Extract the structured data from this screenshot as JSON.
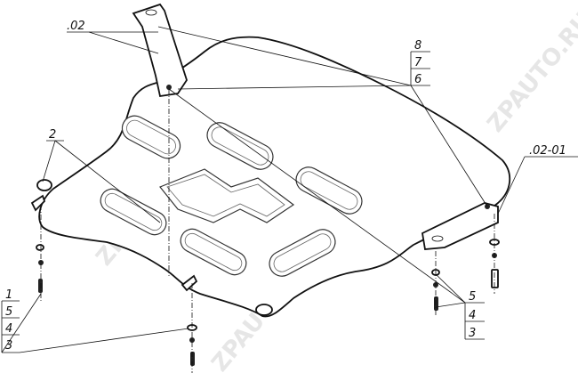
{
  "watermark": "ZPAUTO.RU",
  "labels": {
    "part_02": ".02",
    "part_02_01": ".02-01",
    "part_2": "2",
    "top_right_stack": [
      "8",
      "7",
      "6"
    ],
    "left_stack": [
      "1",
      "5",
      "4",
      "3"
    ],
    "right_stack": [
      "5",
      "4",
      "3"
    ]
  },
  "colors": {
    "line": "#111111",
    "watermark": "#e6e6e6"
  }
}
